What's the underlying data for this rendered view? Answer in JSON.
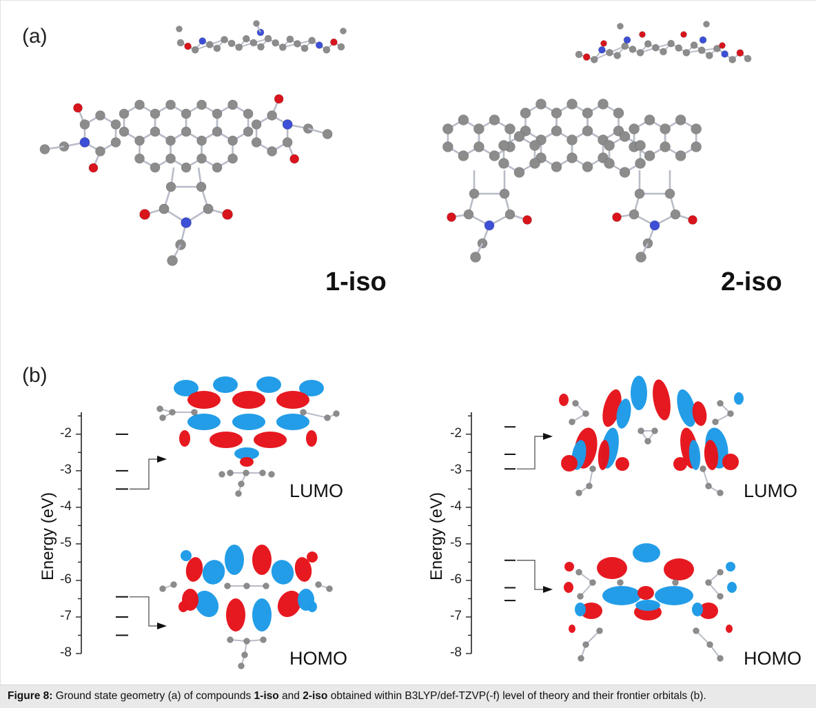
{
  "panels": {
    "a_label": "(a)",
    "b_label": "(b)"
  },
  "compounds": {
    "left": "1-iso",
    "right": "2-iso"
  },
  "orbitals": {
    "lumo": "LUMO",
    "homo": "HOMO"
  },
  "axis": {
    "title": "Energy (eV)",
    "ticks": [
      "-2",
      "-3",
      "-4",
      "-5",
      "-6",
      "-7",
      "-8"
    ]
  },
  "chart_data": [
    {
      "type": "scatter",
      "title": "",
      "xlabel": "",
      "ylabel": "Energy (eV)",
      "ylim": [
        -8,
        -1.4
      ],
      "series": [
        {
          "orbital": "LUMO",
          "energy_levels": [
            -2.0,
            -3.0,
            -3.5
          ],
          "highlighted": -3.5
        },
        {
          "orbital": "HOMO",
          "energy_levels": [
            -6.45,
            -7.0,
            -7.5
          ],
          "highlighted": -6.45
        }
      ]
    },
    {
      "type": "scatter",
      "title": "",
      "xlabel": "",
      "ylabel": "Energy (eV)",
      "ylim": [
        -8,
        -1.4
      ],
      "series": [
        {
          "orbital": "LUMO",
          "energy_levels": [
            -1.8,
            -2.55,
            -2.95
          ],
          "highlighted": -2.95
        },
        {
          "orbital": "HOMO",
          "energy_levels": [
            -5.45,
            -6.2,
            -6.55
          ],
          "highlighted": -5.45
        }
      ]
    }
  ],
  "caption": {
    "figure_label": "Figure 8:",
    "part1": " Ground state geometry (a) of compounds ",
    "compound1": "1-iso",
    "part2": " and ",
    "compound2": "2-iso",
    "part3": " obtained within B3LYP/def-TZVP(-f) level of theory and their frontier orbitals (b)."
  },
  "colors": {
    "carbon": "#8c8c8c",
    "nitrogen": "#3d4fd6",
    "oxygen": "#d8141c",
    "orbital_positive": "#1f9be8",
    "orbital_negative": "#e5141c",
    "caption_background": "#e9e9e9"
  }
}
